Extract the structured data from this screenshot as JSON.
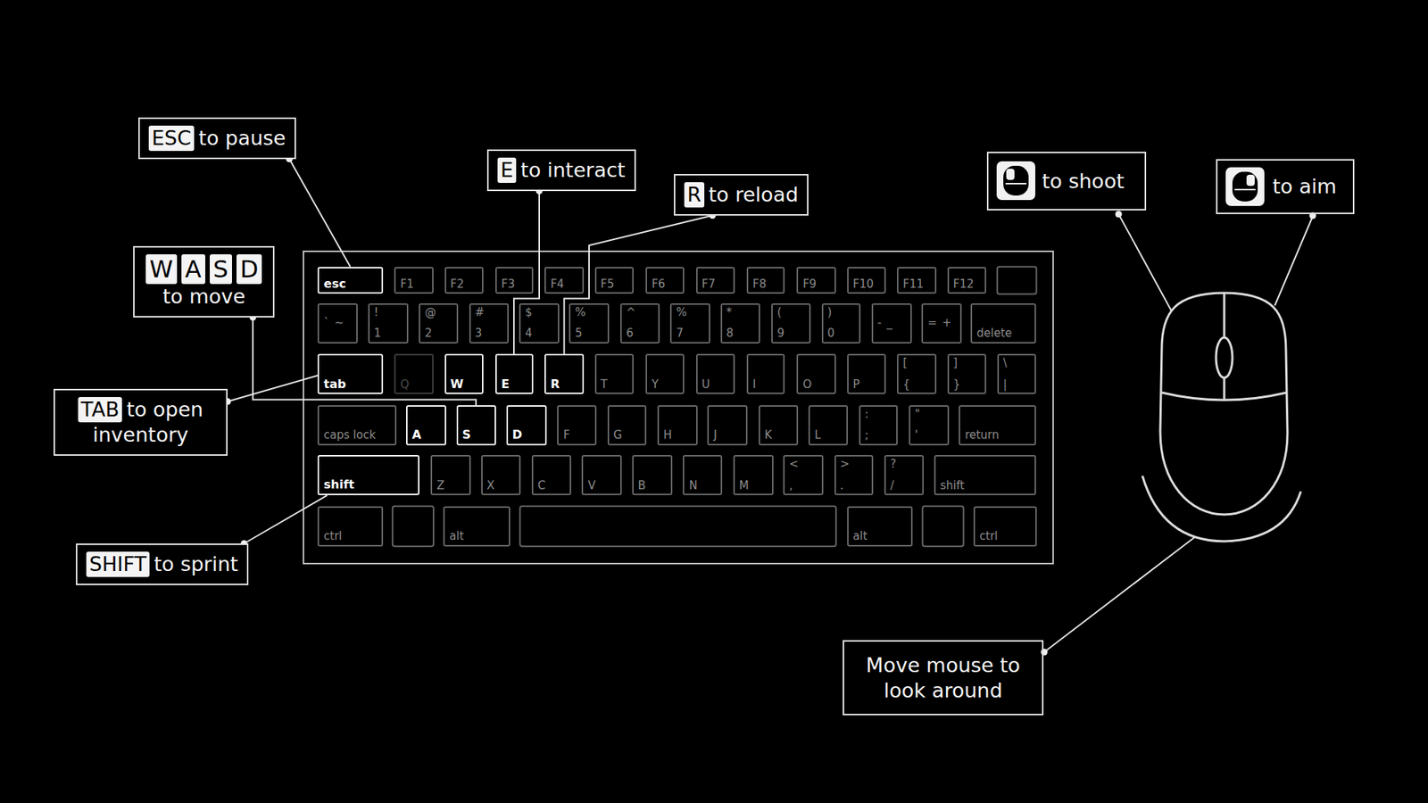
{
  "diagram": {
    "nodes": [
      {
        "text": [
          "ESC",
          "to pause"
        ]
      },
      {
        "text": [
          "E",
          "to interact"
        ]
      },
      {
        "text": [
          "R",
          "to reload"
        ]
      },
      {
        "text": [
          "to shoot"
        ]
      },
      {
        "text": [
          "to aim"
        ]
      },
      {
        "text": [
          "W",
          "A",
          "S",
          "D",
          "to move"
        ]
      },
      {
        "text": [
          "TAB",
          "to open inventory"
        ]
      },
      {
        "text": [
          "SHIFT",
          "to sprint"
        ]
      },
      {
        "text": [
          "Move mouse to look around"
        ]
      },
      {
        "text": [
          "esc"
        ]
      },
      {
        "text": [
          "F1"
        ]
      },
      {
        "text": [
          "F2"
        ]
      },
      {
        "text": [
          "F3"
        ]
      },
      {
        "text": [
          "F4"
        ]
      },
      {
        "text": [
          "F5"
        ]
      },
      {
        "text": [
          "F6"
        ]
      },
      {
        "text": [
          "F7"
        ]
      },
      {
        "text": [
          "F8"
        ]
      },
      {
        "text": [
          "F9"
        ]
      },
      {
        "text": [
          "F10"
        ]
      },
      {
        "text": [
          "F11"
        ]
      },
      {
        "text": [
          "F12"
        ]
      },
      {
        "text": [
          "`",
          "~"
        ]
      },
      {
        "text": [
          "!",
          "1"
        ]
      },
      {
        "text": [
          "@",
          "2"
        ]
      },
      {
        "text": [
          "#",
          "3"
        ]
      },
      {
        "text": [
          "$",
          "4"
        ]
      },
      {
        "text": [
          "%",
          "5"
        ]
      },
      {
        "text": [
          "^",
          "6"
        ]
      },
      {
        "text": [
          "%",
          "7"
        ]
      },
      {
        "text": [
          "*",
          "8"
        ]
      },
      {
        "text": [
          "(",
          "9"
        ]
      },
      {
        "text": [
          ")",
          "0"
        ]
      },
      {
        "text": [
          "-",
          "_"
        ]
      },
      {
        "text": [
          "=",
          "+"
        ]
      },
      {
        "text": [
          "delete"
        ]
      },
      {
        "text": [
          "tab"
        ]
      },
      {
        "text": [
          "Q"
        ]
      },
      {
        "text": [
          "W"
        ]
      },
      {
        "text": [
          "E"
        ]
      },
      {
        "text": [
          "R"
        ]
      },
      {
        "text": [
          "T"
        ]
      },
      {
        "text": [
          "Y"
        ]
      },
      {
        "text": [
          "U"
        ]
      },
      {
        "text": [
          "I"
        ]
      },
      {
        "text": [
          "O"
        ]
      },
      {
        "text": [
          "P"
        ]
      },
      {
        "text": [
          "[",
          "{"
        ]
      },
      {
        "text": [
          "]",
          "}"
        ]
      },
      {
        "text": [
          "\\",
          "|"
        ]
      },
      {
        "text": [
          "caps lock"
        ]
      },
      {
        "text": [
          "A"
        ]
      },
      {
        "text": [
          "S"
        ]
      },
      {
        "text": [
          "D"
        ]
      },
      {
        "text": [
          "F"
        ]
      },
      {
        "text": [
          "G"
        ]
      },
      {
        "text": [
          "H"
        ]
      },
      {
        "text": [
          "J"
        ]
      },
      {
        "text": [
          "K"
        ]
      },
      {
        "text": [
          "L"
        ]
      },
      {
        "text": [
          ":",
          ";"
        ]
      },
      {
        "text": [
          "\"",
          "'"
        ]
      },
      {
        "text": [
          "return"
        ]
      },
      {
        "text": [
          "shift"
        ]
      },
      {
        "text": [
          "Z"
        ]
      },
      {
        "text": [
          "X"
        ]
      },
      {
        "text": [
          "C"
        ]
      },
      {
        "text": [
          "V"
        ]
      },
      {
        "text": [
          "B"
        ]
      },
      {
        "text": [
          "N"
        ]
      },
      {
        "text": [
          "M"
        ]
      },
      {
        "text": [
          "<",
          ","
        ]
      },
      {
        "text": [
          ">",
          "."
        ]
      },
      {
        "text": [
          "?",
          "/"
        ]
      },
      {
        "text": [
          "shift"
        ]
      },
      {
        "text": [
          "ctrl"
        ]
      },
      {
        "text": [
          "alt"
        ]
      },
      {
        "text": [
          "alt"
        ]
      },
      {
        "text": [
          "ctrl"
        ]
      }
    ],
    "edges": [
      {
        "from": 0,
        "to": 9,
        "arrow": "none"
      },
      {
        "from": 1,
        "to": 39,
        "arrow": "none"
      },
      {
        "from": 2,
        "to": 40,
        "arrow": "none"
      },
      {
        "from": 5,
        "to": 52,
        "arrow": "none"
      },
      {
        "from": 6,
        "to": 36,
        "arrow": "none"
      },
      {
        "from": 7,
        "to": 63,
        "arrow": "none"
      }
    ]
  }
}
